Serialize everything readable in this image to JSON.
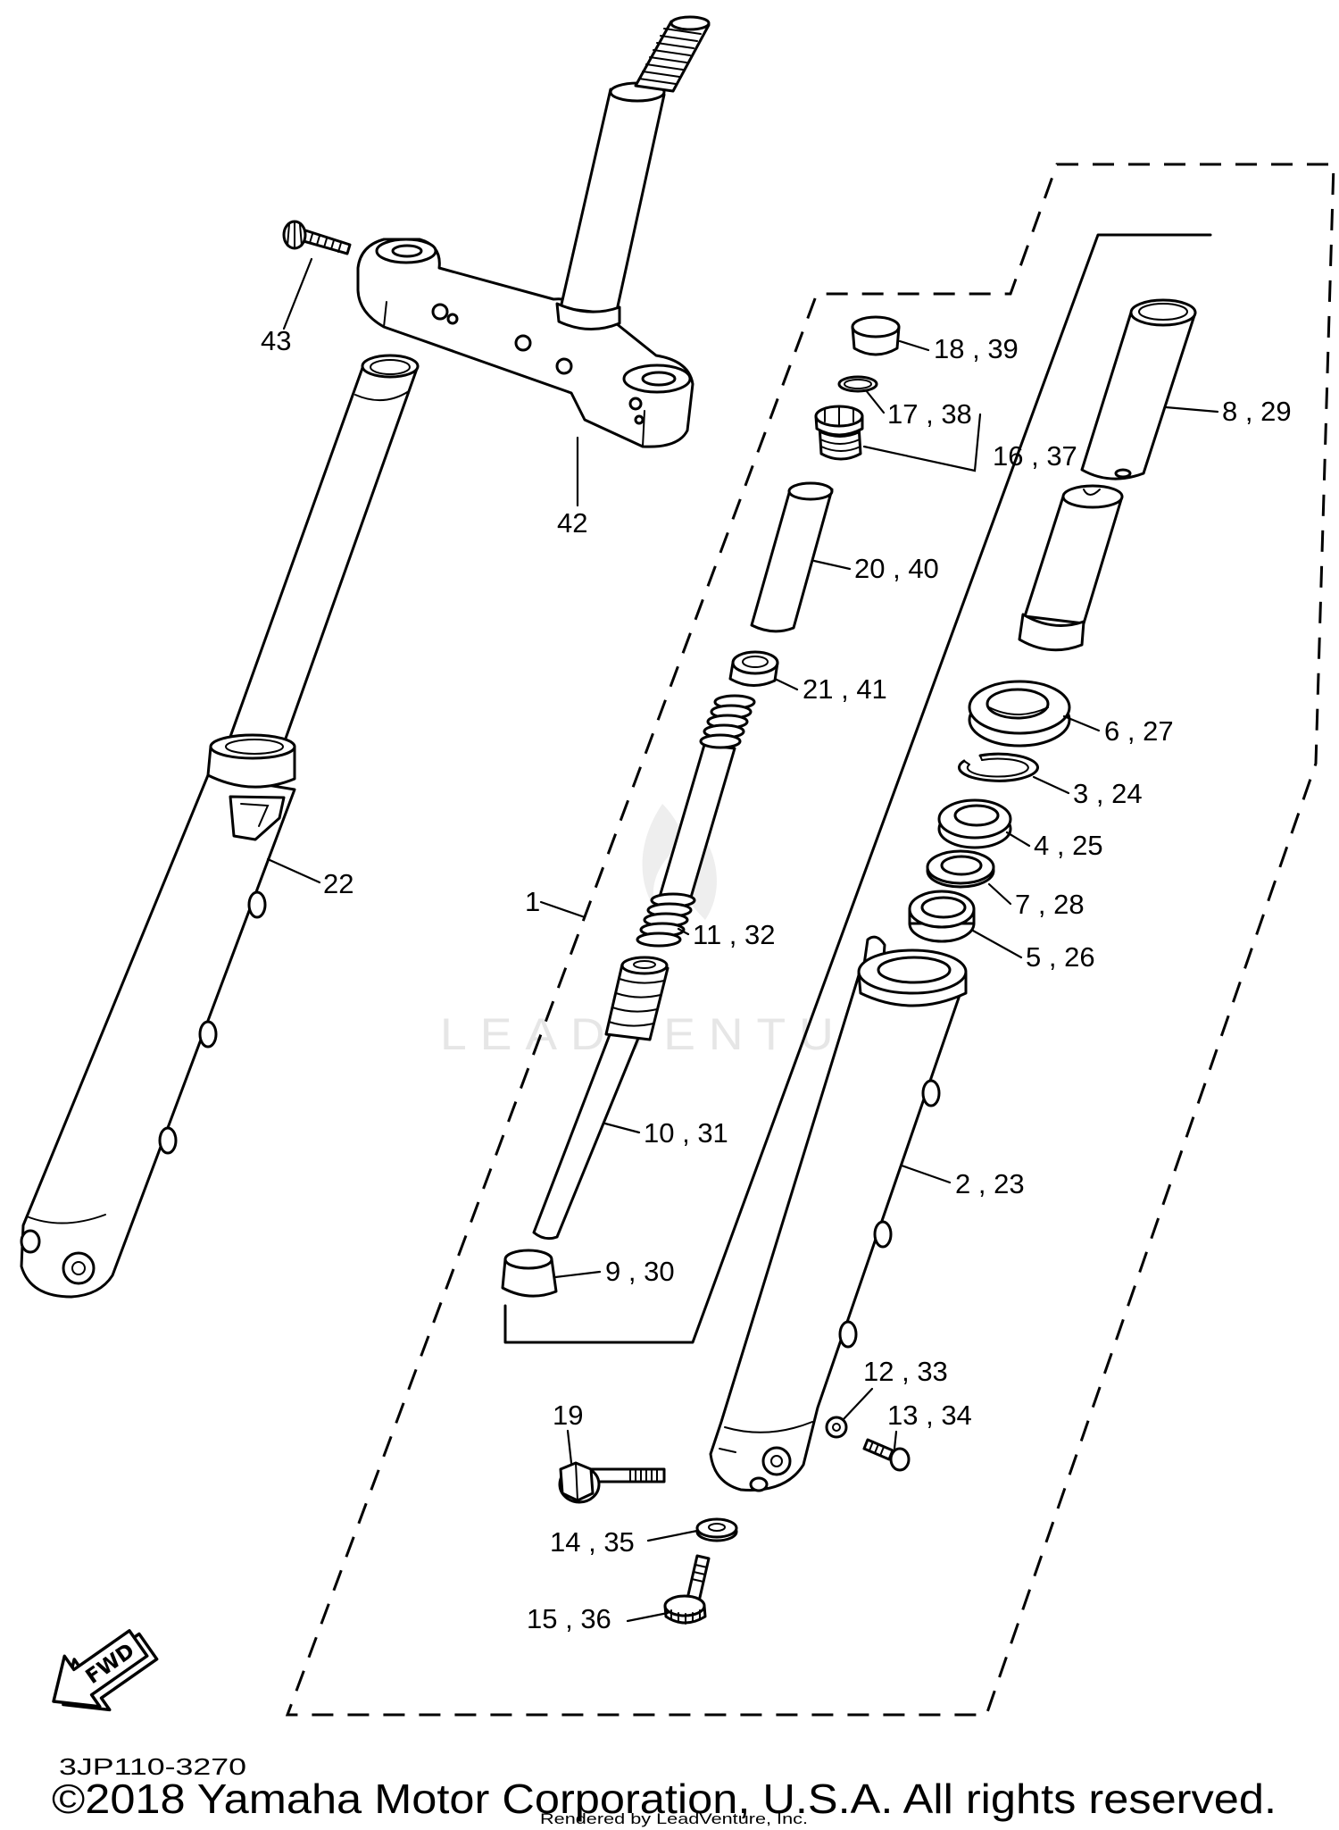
{
  "diagram_code": "3JP110-3270",
  "copyright": "©2018 Yamaha Motor Corporation, U.S.A. All rights reserved.",
  "rendered_by": "Rendered by LeadVenture, Inc.",
  "watermark": "LEADVENTURE",
  "fwd_label": "FWD",
  "icons": {
    "direction_arrow": "fwd-arrow-icon"
  },
  "callouts": {
    "c43": "43",
    "c42": "42",
    "c22": "22",
    "c18": "18 , 39",
    "c17": "17 , 38",
    "c16": "16 , 37",
    "c8": "8 , 29",
    "c20": "20 , 40",
    "c21": "21 , 41",
    "c6": "6 , 27",
    "c3": "3 , 24",
    "c4": "4 , 25",
    "c7": "7 , 28",
    "c1": "1",
    "c11": "11 , 32",
    "c5": "5 , 26",
    "c10": "10 , 31",
    "c2": "2 , 23",
    "c9": "9 , 30",
    "c12": "12 , 33",
    "c13": "13 , 34",
    "c19": "19",
    "c14": "14 , 35",
    "c15": "15 , 36"
  }
}
